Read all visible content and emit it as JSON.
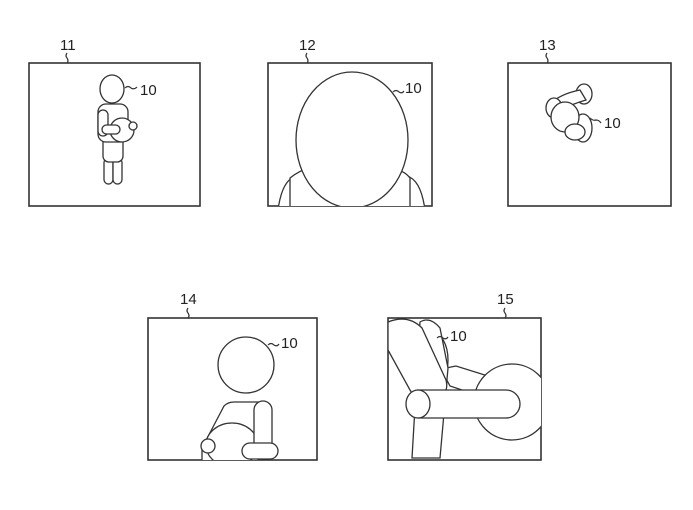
{
  "panels": [
    {
      "id": "11",
      "subject_label": "10"
    },
    {
      "id": "12",
      "subject_label": "10"
    },
    {
      "id": "13",
      "subject_label": "10"
    },
    {
      "id": "14",
      "subject_label": "10"
    },
    {
      "id": "15",
      "subject_label": "10"
    }
  ]
}
